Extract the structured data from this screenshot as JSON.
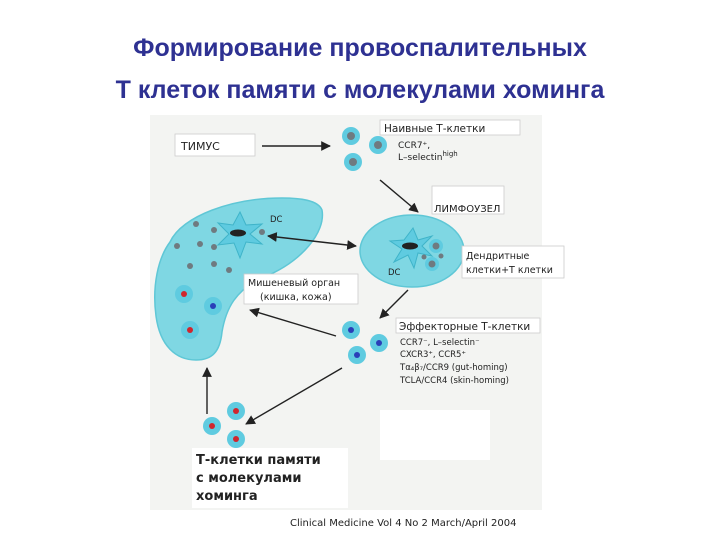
{
  "title_line1": "Формирование провоспалительных",
  "title_line2": "Т клеток памяти с молекулами хоминга",
  "diagram": {
    "thymus": "ТИМУС",
    "naive_title": "Наивные Т-клетки",
    "naive_l1": "CCR7⁺,",
    "naive_l2": "L–selectin",
    "naive_l2_sup": "high",
    "lymph_node": "ЛИМФОУЗЕЛ",
    "dc": "DC",
    "dendritic_l1": "Дендритные",
    "dendritic_l2": "клетки+Т клетки",
    "target_l1": "Мишеневый орган",
    "target_l2": "(кишка, кожа)",
    "effector_title": "Эффекторные Т-клетки",
    "effector_l1": "CCR7⁻, L–selectin⁻",
    "effector_l2": "CXCR3⁺, CCR5⁺",
    "effector_l3": "Tα₄β₇/CCR9 (gut-homing)",
    "effector_l4": "TCLA/CCR4 (skin-homing)",
    "memory_l1": "Т-клетки памяти",
    "memory_l2": "с молекулами",
    "memory_l3": "хоминга",
    "citation": "Clinical Medicine  Vol 4  No 2 March/April 2004"
  },
  "colors": {
    "title": "#2e3192",
    "organ": "#7fd7e3",
    "organ_outline": "#5fc7d6",
    "cell": "#5fcbe0",
    "nucleus_grey": "#6f7a80",
    "marker_red": "#d0262e",
    "marker_blue": "#2a3fb8",
    "arrow": "#222222"
  }
}
